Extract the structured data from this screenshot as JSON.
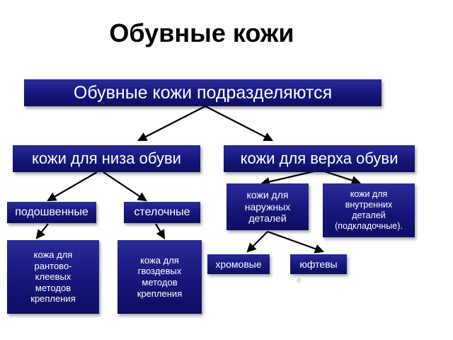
{
  "title": "Обувные кожи",
  "root": "Обувные кожи подразделяются",
  "bottom_leather": {
    "label": "кожи для низа обуви",
    "children": [
      {
        "label": "подошвенные",
        "child": "кожа для рантово-клеевых методов крепления"
      },
      {
        "label": "стелочные",
        "child": "кожа для гвоздевых методов крепления"
      }
    ]
  },
  "top_leather": {
    "label": "кожи для верха обуви",
    "children": [
      {
        "label": "кожи для наружных деталей",
        "children": [
          "хромовые",
          "юфтевы"
        ]
      },
      {
        "label": "кожи для внутренних деталей (подкладочные)."
      }
    ]
  },
  "ghost_letter": "е"
}
